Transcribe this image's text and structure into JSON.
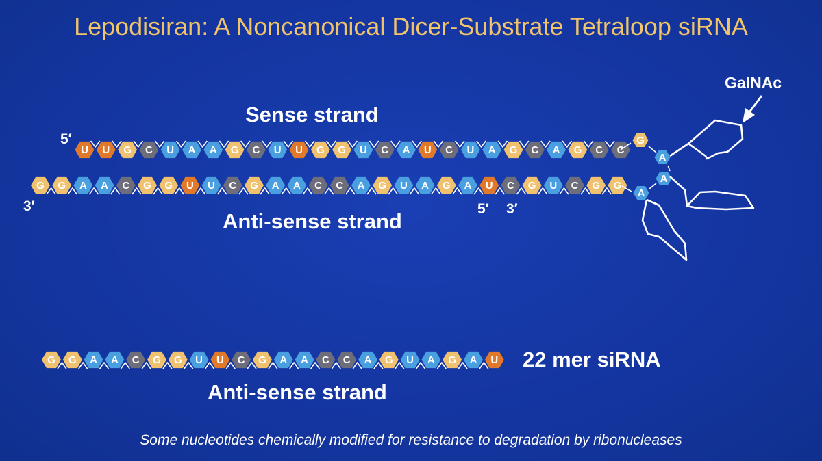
{
  "title": "Lepodisiran: A Noncanonical Dicer-Substrate Tetraloop siRNA",
  "labels": {
    "sense": "Sense strand",
    "antisense_top": "Anti-sense strand",
    "antisense_bottom": "Anti-sense strand",
    "galnac": "GalNAc",
    "sense_5prime": "5′",
    "antisense_3prime": "3′",
    "antisense_5prime": "5′",
    "antisense_3prime_inner": "3′",
    "mer": "22 mer siRNA",
    "caption": "Some nucleotides chemically modified for resistance to degradation by ribonucleases"
  },
  "colors": {
    "background": "#1435a0",
    "title": "#f2c46a",
    "base_colors": [
      "#e07a2a",
      "#f0c270",
      "#4a9fe0",
      "#6e6e7a"
    ]
  },
  "sense_strand": [
    [
      "U",
      0
    ],
    [
      "U",
      0
    ],
    [
      "G",
      1
    ],
    [
      "C",
      3
    ],
    [
      "U",
      2
    ],
    [
      "A",
      2
    ],
    [
      "A",
      2
    ],
    [
      "G",
      1
    ],
    [
      "C",
      3
    ],
    [
      "U",
      2
    ],
    [
      "U",
      0
    ],
    [
      "G",
      1
    ],
    [
      "G",
      1
    ],
    [
      "U",
      2
    ],
    [
      "C",
      3
    ],
    [
      "A",
      2
    ],
    [
      "U",
      0
    ],
    [
      "C",
      3
    ],
    [
      "U",
      2
    ],
    [
      "A",
      2
    ],
    [
      "G",
      1
    ],
    [
      "C",
      3
    ],
    [
      "A",
      2
    ],
    [
      "G",
      1
    ],
    [
      "C",
      3
    ],
    [
      "C",
      3
    ]
  ],
  "antisense_strand": [
    [
      "G",
      1
    ],
    [
      "G",
      1
    ],
    [
      "A",
      2
    ],
    [
      "A",
      2
    ],
    [
      "C",
      3
    ],
    [
      "G",
      1
    ],
    [
      "G",
      1
    ],
    [
      "U",
      0
    ],
    [
      "U",
      2
    ],
    [
      "C",
      3
    ],
    [
      "G",
      1
    ],
    [
      "A",
      2
    ],
    [
      "A",
      2
    ],
    [
      "C",
      3
    ],
    [
      "C",
      3
    ],
    [
      "A",
      2
    ],
    [
      "G",
      1
    ],
    [
      "U",
      2
    ],
    [
      "A",
      2
    ],
    [
      "G",
      1
    ],
    [
      "A",
      2
    ],
    [
      "U",
      0
    ],
    [
      "C",
      3
    ],
    [
      "G",
      1
    ],
    [
      "U",
      2
    ],
    [
      "C",
      3
    ],
    [
      "G",
      1
    ],
    [
      "G",
      1
    ]
  ],
  "loop": [
    [
      "G",
      1
    ],
    [
      "A",
      2
    ],
    [
      "A",
      2
    ],
    [
      "A",
      2
    ]
  ],
  "sirna_22mer": [
    [
      "G",
      1
    ],
    [
      "G",
      1
    ],
    [
      "A",
      2
    ],
    [
      "A",
      2
    ],
    [
      "C",
      3
    ],
    [
      "G",
      1
    ],
    [
      "G",
      1
    ],
    [
      "U",
      2
    ],
    [
      "U",
      0
    ],
    [
      "C",
      3
    ],
    [
      "G",
      1
    ],
    [
      "A",
      2
    ],
    [
      "A",
      2
    ],
    [
      "C",
      3
    ],
    [
      "C",
      3
    ],
    [
      "A",
      2
    ],
    [
      "G",
      1
    ],
    [
      "U",
      2
    ],
    [
      "A",
      2
    ],
    [
      "G",
      1
    ],
    [
      "A",
      2
    ],
    [
      "U",
      0
    ]
  ]
}
